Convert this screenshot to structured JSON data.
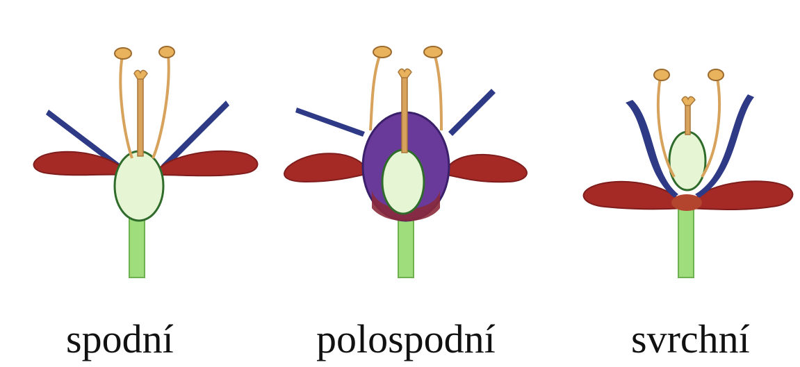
{
  "panels": [
    {
      "caption": "spodní"
    },
    {
      "caption": "polospodní"
    },
    {
      "caption": "svrchní"
    }
  ],
  "colors": {
    "background": "#ffffff",
    "petal": "#a52a26",
    "petal_dark": "#7e1d1c",
    "sepal": "#2e3a86",
    "ovary_fill": "#e6f5d3",
    "ovary_outline": "#2f6b2a",
    "stem": "#9edc7c",
    "stamen_filament": "#d7a25c",
    "anther": "#e9b35e",
    "receptacle_purple": "#6a3a9a"
  }
}
